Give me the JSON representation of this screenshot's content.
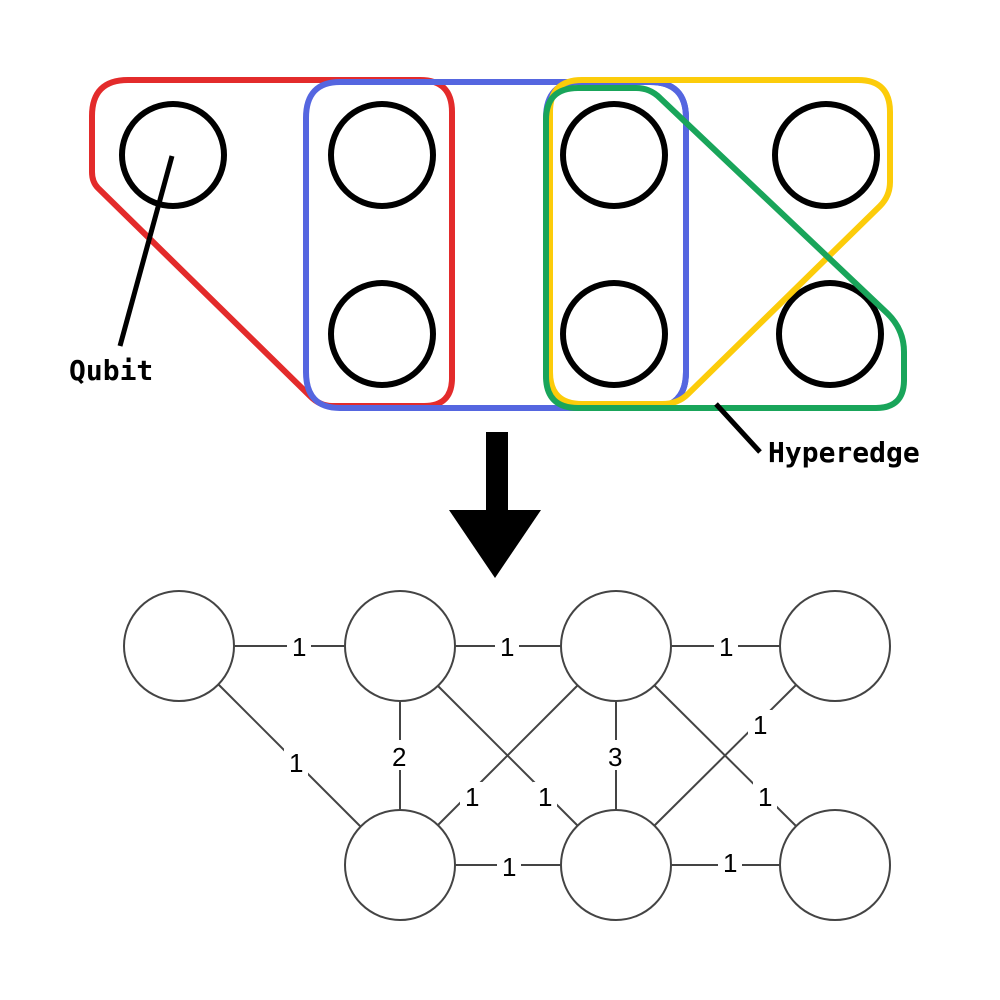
{
  "annotations": {
    "qubit": "Qubit",
    "hyperedge": "Hyperedge"
  },
  "colors": {
    "red": "#e32b2b",
    "blue": "#5566e0",
    "yellow": "#fccc0a",
    "green": "#19a55a",
    "ink": "#000000",
    "graph_line": "#444444"
  },
  "weights": {
    "q0_q1": "1",
    "q1_q2": "1",
    "q2_q3": "1",
    "q0_q5": "1",
    "q1_q5": "2",
    "q2_q6": "3",
    "q5_q2": "1",
    "q1_q6": "1",
    "q2_q7": "1",
    "q6_q3": "1",
    "q5_q6": "1",
    "q6_q7": "1"
  }
}
